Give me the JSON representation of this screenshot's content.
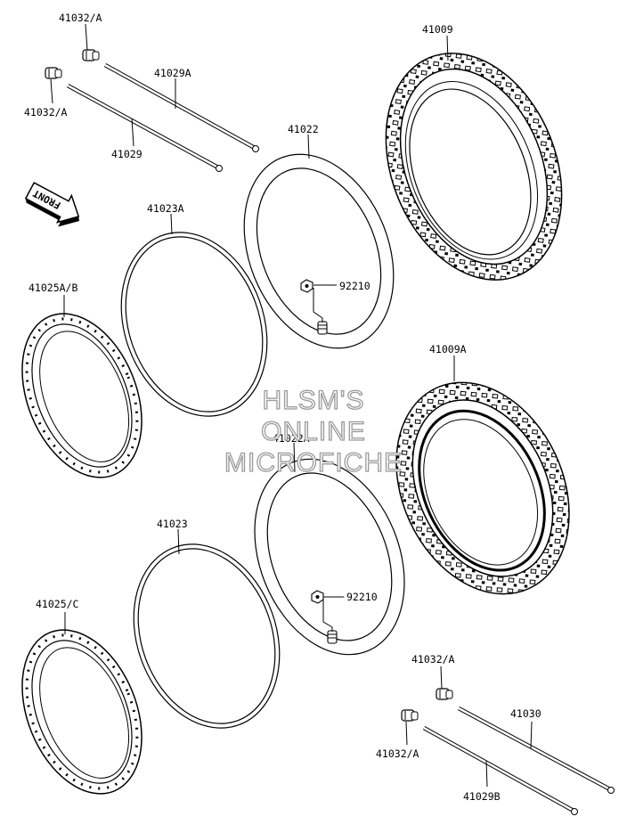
{
  "labels": {
    "l41032a_1": "41032/A",
    "l41032a_2": "41032/A",
    "l41029a": "41029A",
    "l41029": "41029",
    "l41009": "41009",
    "l41022": "41022",
    "l41023a": "41023A",
    "l41025ab": "41025A/B",
    "l92210_1": "92210",
    "l41009a": "41009A",
    "l41022a": "41022A",
    "l41023": "41023",
    "l41025c": "41025/C",
    "l92210_2": "92210",
    "l41032a_3": "41032/A",
    "l41030": "41030",
    "l41032a_4": "41032/A",
    "l41029b": "41029B"
  },
  "front_arrow": {
    "text": "FRONT"
  },
  "watermark": {
    "line1": "HLSM'S",
    "line2": "ONLINE",
    "line3": "MICROFICHE"
  }
}
